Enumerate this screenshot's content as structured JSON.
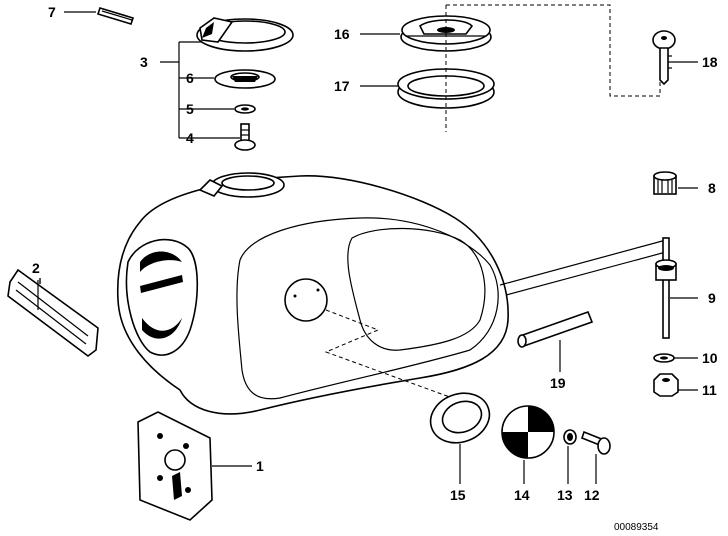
{
  "callouts": {
    "c1": "1",
    "c2": "2",
    "c3": "3",
    "c4": "4",
    "c5": "5",
    "c6": "6",
    "c7": "7",
    "c8": "8",
    "c9": "9",
    "c10": "10",
    "c11": "11",
    "c12": "12",
    "c13": "13",
    "c14": "14",
    "c15": "15",
    "c16": "16",
    "c17": "17",
    "c18": "18",
    "c19": "19"
  },
  "reference_number": "00089354"
}
